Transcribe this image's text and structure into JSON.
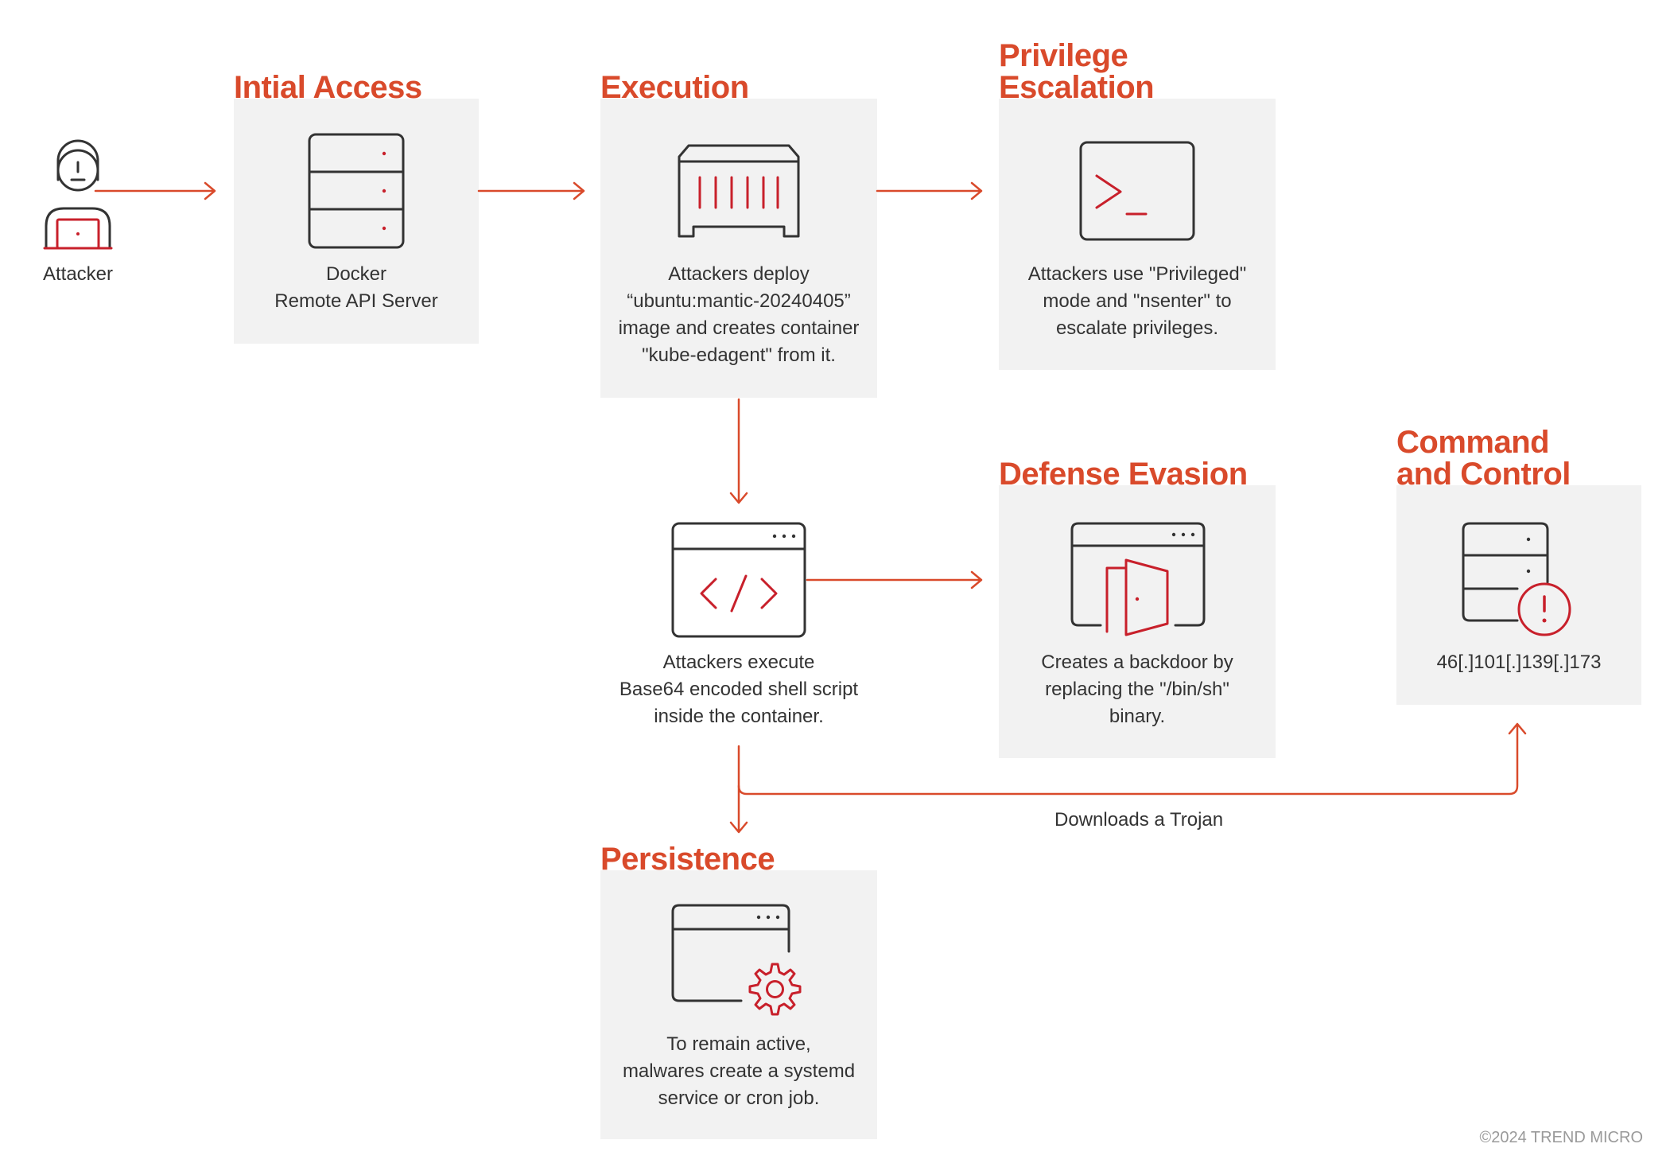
{
  "attacker": {
    "label": "Attacker",
    "icon": "attacker-icon"
  },
  "stages": {
    "initial_access": {
      "title": "Intial Access",
      "desc": "Docker\nRemote API Server",
      "icon": "server-icon"
    },
    "execution": {
      "title": "Execution",
      "desc": "Attackers deploy\n“ubuntu:mantic-20240405”\nimage and creates container\n\"kube-edagent\" from it.",
      "icon": "container-icon"
    },
    "privilege_escalation": {
      "title": "Privilege\nEscalation",
      "desc": "Attackers use \"Privileged\"\nmode and \"nsenter\" to\nescalate privileges.",
      "icon": "terminal-icon"
    },
    "script_execution": {
      "desc": "Attackers execute\nBase64 encoded shell script\ninside the container.",
      "icon": "code-window-icon"
    },
    "defense_evasion": {
      "title": "Defense Evasion",
      "desc": "Creates a backdoor by\nreplacing the \"/bin/sh\"\nbinary.",
      "icon": "backdoor-icon"
    },
    "command_and_control": {
      "title": "Command\nand Control",
      "desc": "46[.]101[.]139[.]173",
      "icon": "server-alert-icon"
    },
    "persistence": {
      "title": "Persistence",
      "desc": "To remain active,\nmalwares create a systemd\nservice or cron job.",
      "icon": "window-gear-icon"
    }
  },
  "edges": {
    "trojan_label": "Downloads a Trojan"
  },
  "copyright": "©2024 TREND MICRO",
  "colors": {
    "accent": "#d94a2b",
    "icon_red": "#c8202b",
    "icon_dark": "#333333",
    "box_bg": "#f2f2f2",
    "text": "#333333"
  }
}
